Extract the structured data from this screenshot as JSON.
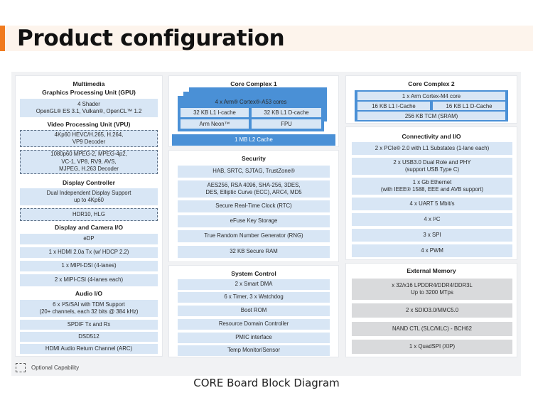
{
  "header": {
    "title": "Product configuration"
  },
  "left": {
    "multimedia_title": "Multimedia\nGraphics Processing Unit (GPU)",
    "gpu_shader": "4 Shader\nOpenGL® ES 3.1, Vulkan®, OpenCL™ 1.2",
    "vpu_title": "Video Processing Unit (VPU)",
    "vpu_decode_4k": "4Kp60 HEVC/H.265, H.264,\nVP9 Decoder",
    "vpu_decode_1080": "1080p60 MPEG-2, MPEG-4p2,\nVC-1, VP8, RV9, AVS,\nMJPEG, H.263 Decoder",
    "display_controller_title": "Display Controller",
    "display_support": "Dual Independent Display Support\nup to 4Kp60",
    "hdr": "HDR10, HLG",
    "display_camera_title": "Display and Camera I/O",
    "edp": "eDP",
    "hdmi_tx": "1 x HDMI 2.0a Tx (w/ HDCP 2.2)",
    "mipi_dsi": "1 x MIPI-DSI (4-lanes)",
    "mipi_csi": "2 x MIPI-CSI (4-lanes each)",
    "audio_title": "Audio I/O",
    "sai": "6 x I²S/SAI with TDM Support\n(20+ channels, each 32 bits @ 384 kHz)",
    "spdif": "SPDIF Tx and Rx",
    "dsd": "DSD512",
    "hdmi_arc": "HDMI Audio Return Channel (ARC)"
  },
  "middle": {
    "core1_title": "Core Complex 1",
    "a53": "4 x Arm® Cortex®-A53 cores",
    "l1_icache": "32 KB L1 I-cache",
    "l1_dcache": "32 KB L1 D-cache",
    "neon": "Arm Neon™",
    "fpu": "FPU",
    "l2": "1 MB L2 Cache",
    "security_title": "Security",
    "hab": "HAB, SRTC, SJTAG, TrustZone®",
    "crypto": "AES256, RSA 4096, SHA-256, 3DES,\nDES, Elliptic Curve (ECC), ARC4, MD5",
    "rtc": "Secure Real-Time Clock (RTC)",
    "efuse": "eFuse Key Storage",
    "rng": "True Random Number Generator (RNG)",
    "secure_ram": "32 KB Secure RAM",
    "system_title": "System Control",
    "dma": "2 x Smart DMA",
    "timers": "6 x Timer, 3 x Watchdog",
    "bootrom": "Boot ROM",
    "rdc": "Resource Domain Controller",
    "pmic": "PMIC interface",
    "temp": "Temp Monitor/Sensor"
  },
  "right": {
    "core2_title": "Core Complex 2",
    "m4": "1 x Arm Cortex-M4 core",
    "m4_icache": "16 KB L1 I-Cache",
    "m4_dcache": "16 KB L1 D-Cache",
    "tcm": "256 KB TCM (SRAM)",
    "connectivity_title": "Connectivity and I/O",
    "pcie": "2 x PCIe® 2.0 with L1 Substates (1-lane each)",
    "usb": "2 x USB3.0 Dual Role and PHY\n(support USB Type C)",
    "eth": "1 x Gb Ethernet\n(with IEEE® 1588, EEE and AVB support)",
    "uart": "4 x UART 5 Mbit/s",
    "i2c": "4 x I²C",
    "spi": "3 x SPI",
    "pwm": "4 x PWM",
    "memory_title": "External Memory",
    "lpddr": "x 32/x16 LPDDR4/DDR4/DDR3L\nUp to 3200 MTps",
    "sdio": "2 x SDIO3.0/MMC5.0",
    "nand": "NAND CTL (SLC/MLC) - BCH62",
    "qspi": "1 x QuadSPI (XIP)"
  },
  "legend": {
    "label": "Optional Capability"
  },
  "caption": "CORE Board Block Diagram",
  "colors": {
    "accent": "#f07a1e",
    "box": "#d8e6f5",
    "core": "#4a90d6",
    "memory": "#d9dadc"
  }
}
